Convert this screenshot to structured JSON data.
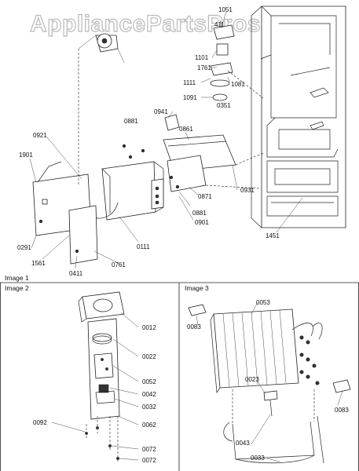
{
  "watermark": "AppliancePartsPros.com",
  "captions": {
    "image1": "Image 1",
    "image2": "Image 2",
    "image3": "Image 3"
  },
  "image1_labels": {
    "p1051": "1051",
    "p411": "411",
    "p1101": "1101",
    "p1761": "1761",
    "p1111": "1111",
    "p1081": "1081",
    "p1091": "1091",
    "p0351": "0351",
    "p0941": "0941",
    "p0881a": "0881",
    "p0861": "0861",
    "p0921": "0921",
    "p1901": "1901",
    "p0871": "0871",
    "p0931": "0931",
    "p0881b": "0881",
    "p0901": "0901",
    "p0111": "0111",
    "p0291": "0291",
    "p1561": "1561",
    "p0761": "0761",
    "p0411": "0411",
    "p1451": "1451"
  },
  "image2_labels": {
    "p0012": "0012",
    "p0022": "0022",
    "p0052": "0052",
    "p0042": "0042",
    "p0032": "0032",
    "p0092": "0092",
    "p0062": "0062",
    "p0072a": "0072",
    "p0072b": "0072"
  },
  "image3_labels": {
    "p0053": "0053",
    "p0083a": "0083",
    "p0023": "0023",
    "p0083b": "0083",
    "p0043": "0043",
    "p0033": "0033"
  }
}
